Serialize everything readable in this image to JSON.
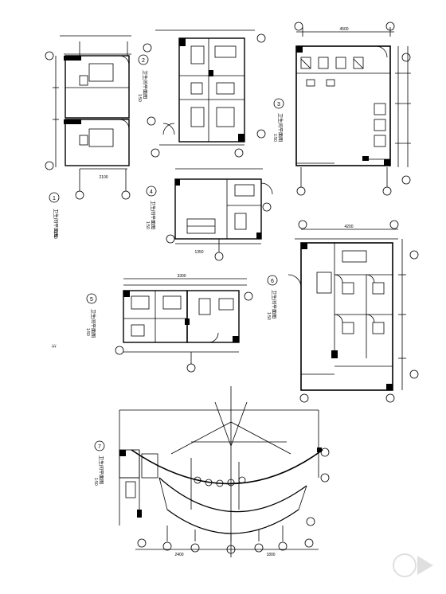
{
  "drawing": {
    "plans": [
      {
        "id": "plan-1",
        "title": "卫生间平面图",
        "scale": "1:50",
        "number": "1"
      },
      {
        "id": "plan-2",
        "title": "卫生间平面图",
        "scale": "1:50",
        "number": "2"
      },
      {
        "id": "plan-3",
        "title": "卫生间平面图",
        "scale": "1:50",
        "number": "3"
      },
      {
        "id": "plan-4",
        "title": "卫生间平面图",
        "scale": "1:50",
        "number": "4"
      },
      {
        "id": "plan-5",
        "title": "卫生间平面图",
        "scale": "1:50",
        "number": "5"
      },
      {
        "id": "plan-6",
        "title": "卫生间平面图",
        "scale": "1:50",
        "number": "6"
      },
      {
        "id": "plan-7",
        "title": "卫生间平面图",
        "scale": "1:50",
        "number": "7"
      }
    ],
    "dimensions": [
      "2100",
      "3300",
      "1350",
      "4500",
      "2400",
      "1800",
      "4200"
    ],
    "note": "注"
  },
  "watermark": {
    "label": "watermark-icon"
  }
}
